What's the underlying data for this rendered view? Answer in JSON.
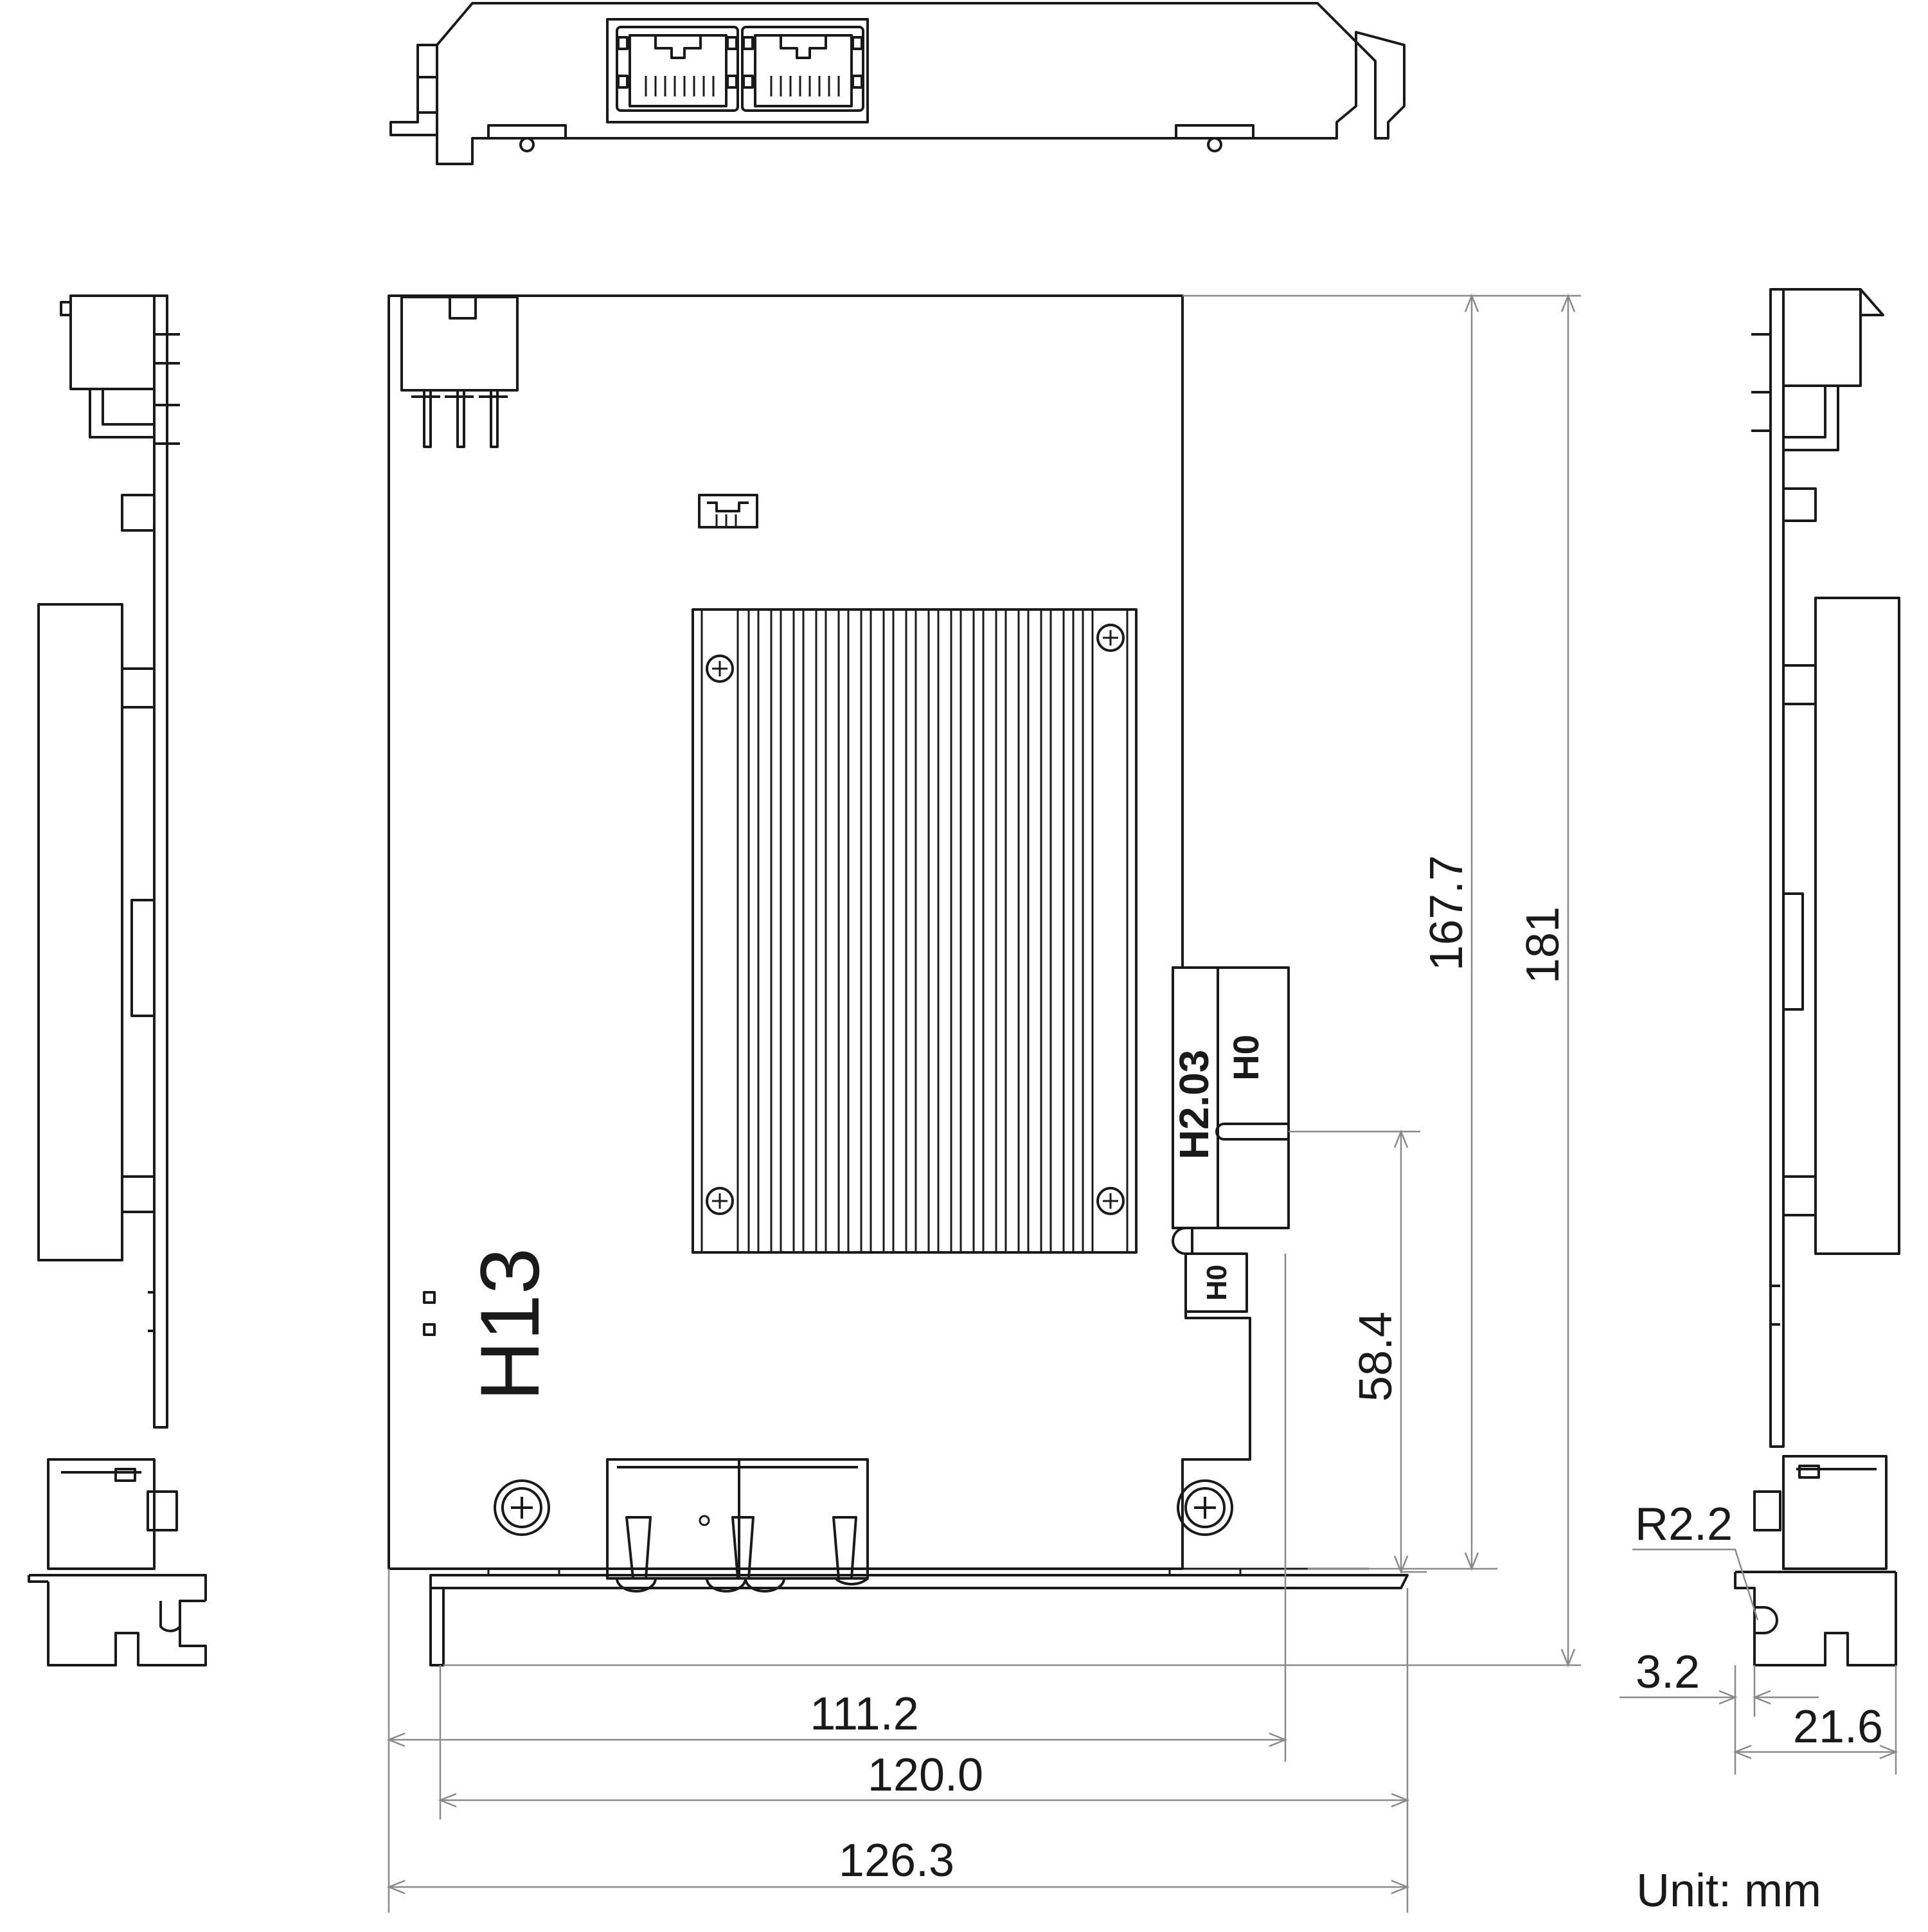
{
  "dimensions": {
    "height_board": "167.7",
    "height_total": "181",
    "connector_offset": "58.4",
    "width_board": "111.2",
    "width_bracket": "120.0",
    "width_total": "126.3",
    "bracket_tab": "3.2",
    "bracket_depth": "21.6",
    "notch_radius": "R2.2"
  },
  "silkscreen": {
    "board_id": "H13",
    "connector_mark_a": "H2.03",
    "connector_mark_b": "H0",
    "connector_mark_c": "H0"
  },
  "unit_label": "Unit: mm"
}
